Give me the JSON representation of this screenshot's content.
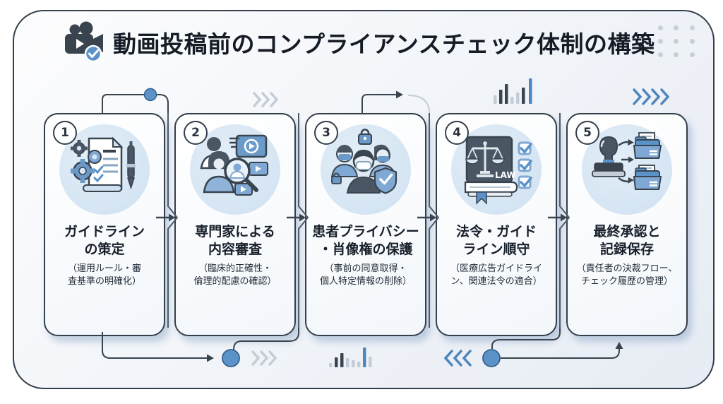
{
  "title": {
    "text": "動画投稿前のコンプライアンスチェック体制の構築",
    "icon": "video-camera-check-icon"
  },
  "law_label": "LAW",
  "steps": [
    {
      "number": "1",
      "icon": "document-gears-pen-icon",
      "title_lines": [
        "ガイドライン",
        "の策定"
      ],
      "subtitle_lines": [
        "（運用ルール・審",
        "査基準の明確化）"
      ]
    },
    {
      "number": "2",
      "icon": "experts-magnifier-video-icon",
      "title_lines": [
        "専門家による",
        "内容審査"
      ],
      "subtitle_lines": [
        "（臨床的正確性・",
        "倫理的配慮の確認）"
      ]
    },
    {
      "number": "3",
      "icon": "masked-people-lock-shield-icon",
      "title_lines": [
        "患者プライバシー",
        "・肖像権の保護"
      ],
      "subtitle_lines": [
        "（事前の同意取得・",
        "個人特定情報の削除）"
      ]
    },
    {
      "number": "4",
      "icon": "law-book-scales-checklist-icon",
      "title_lines": [
        "法令・ガイド",
        "ライン順守"
      ],
      "subtitle_lines": [
        "（医療広告ガイドライ",
        "ン、関連法令の適合）"
      ]
    },
    {
      "number": "5",
      "icon": "stamp-folders-icon",
      "title_lines": [
        "最終承認と",
        "記録保存"
      ],
      "subtitle_lines": [
        "（責任者の決裁フロー、",
        "チェック履歴の管理）"
      ]
    }
  ],
  "colors": {
    "accent_blue": "#4e86bd",
    "dot_blue": "#5b93c9",
    "dark_line": "#39444f",
    "light_gray": "#c4ccd5",
    "icon_circle_bg": "#d9e7f4"
  }
}
